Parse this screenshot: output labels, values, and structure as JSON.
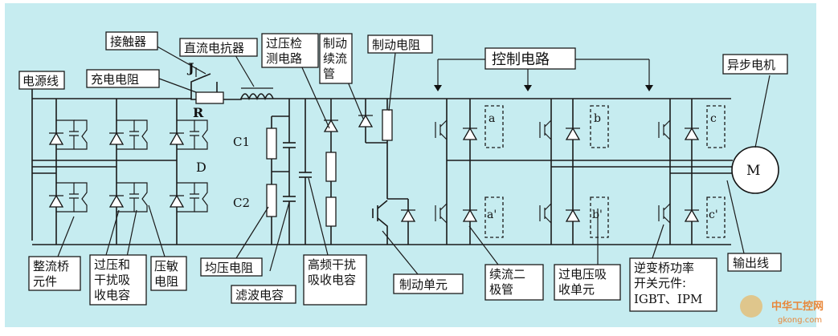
{
  "labels": {
    "power_line": "电源线",
    "contactor": "接触器",
    "dc_reactor": "直流电抗器",
    "overvoltage_detect": "过压检测电路",
    "brake_freewheel": "制动续流管",
    "brake_resistor": "制动电阻",
    "control_circuit": "控制电路",
    "async_motor": "异步电机",
    "charge_resistor": "充电电阻",
    "rectifier": "整流桥元件",
    "surge_absorb": "过压和干扰吸收电容",
    "varistor": "压敏电阻",
    "balance_resistor": "均压电阻",
    "filter_cap": "滤波电容",
    "hf_cap": "高频干扰吸收电容",
    "brake_unit": "制动单元",
    "freewheel_diode": "续流二极管",
    "overvoltage_absorb": "过电压吸收单元",
    "inverter_switch": "逆变桥功率开关元件:IGBT、IPM",
    "output_line": "输出线"
  },
  "symbols": {
    "J": "J",
    "R": "R",
    "D": "D",
    "C1": "C1",
    "C2": "C2",
    "M": "M",
    "a": "a",
    "b": "b",
    "c": "c",
    "a2": "a'",
    "b2": "b'",
    "c2": "c'"
  },
  "watermark": {
    "line1": "中华工控网",
    "line2": "gkong.com"
  }
}
